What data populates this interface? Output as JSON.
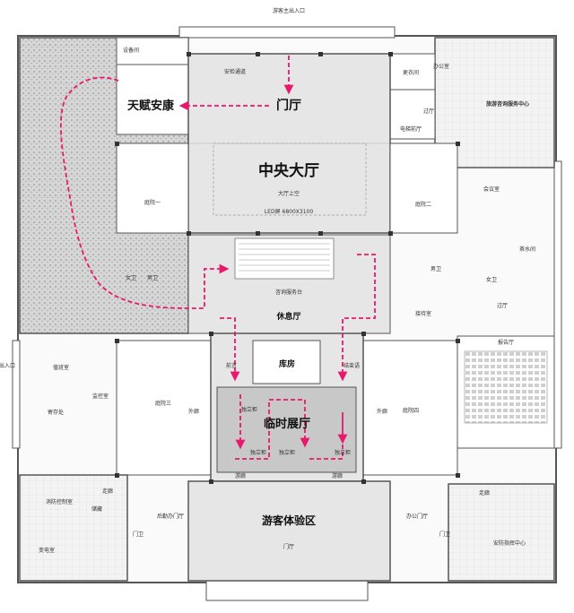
{
  "entrances": {
    "top": "游客主出入口",
    "left": "出入口"
  },
  "main_halls": {
    "central_hall": "中央大厅",
    "door_hall": "门厅",
    "tianfu": "天赋安康",
    "rest_hall": "休息厅",
    "storage": "库房",
    "temp_exhibition": "临时展厅",
    "visitor_experience": "游客体验区",
    "tourism_center": "旅游咨询服务中心"
  },
  "rooms": {
    "atrium_void": "大厅上空",
    "led_screen": "LED屏 6800X3100",
    "atrium_1": "庭院一",
    "atrium_2": "庭院二",
    "atrium_3": "庭院三",
    "atrium_4": "庭院四",
    "corridor": "过厅",
    "corridor_2": "过厅",
    "hall_reception": "接待室",
    "meeting": "会议室",
    "tea": "茶水间",
    "office": "办公室",
    "reception_room": "更衣间",
    "equipment": "设备间",
    "security": "安检通道",
    "elevator_hall": "电梯前厅",
    "gate_office": "门卫",
    "gate_office_2": "门卫",
    "visitor_gate": "门厅",
    "ticket_desk": "咨询服务台",
    "west_corridor": "走廊",
    "east_corridor": "走廊",
    "duty_room": "值班室",
    "monitor": "监控室",
    "luggage": "寄存处",
    "toilet_female": "女卫",
    "toilet_male": "男卫",
    "toilet_female_2": "女卫",
    "toilet_male_2": "男卫",
    "outer_corridor": "外廊",
    "outer_corridor_2": "外廊",
    "south_gallery": "游廊",
    "south_gallery_2": "游廊",
    "east_gate": "办公门厅",
    "west_gate": "后勤办门厅",
    "store": "储藏",
    "power": "变电室",
    "fire_control": "消防控制室",
    "lecture": "报告厅",
    "office_center": "安防指挥中心",
    "booth_1": "独立柜",
    "booth_2": "独立柜",
    "booth_3": "独立柜",
    "booth_4": "独立柜",
    "entry_hall": "前言",
    "ending": "结束语"
  },
  "styles": {
    "route_color": "#e8186d",
    "wall_color": "#555555",
    "floor_grey": "#e6e6e6",
    "exhibit_grey": "#c8c8c8"
  }
}
